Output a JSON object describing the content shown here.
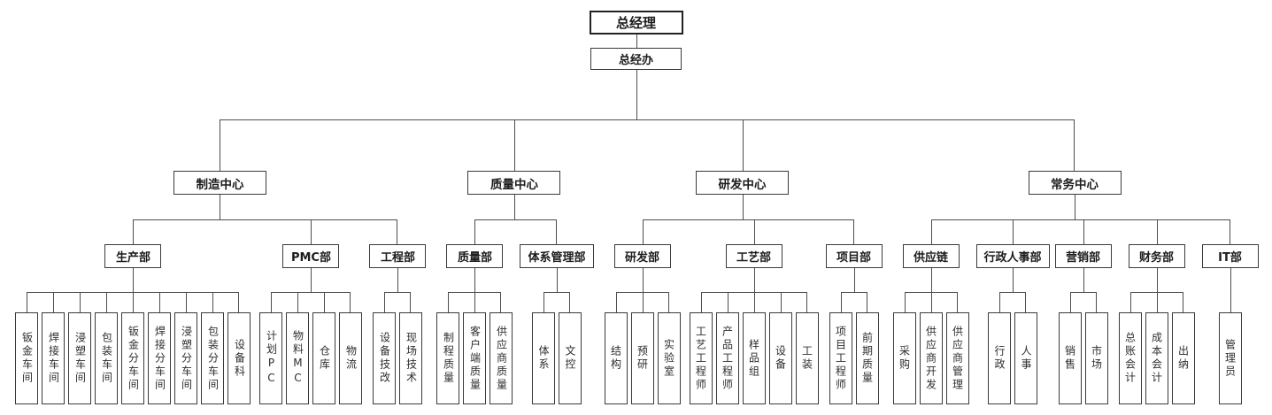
{
  "colors": {
    "background": "#ffffff",
    "connector_line": "#4d4d4d",
    "box_border": "#3a3a3a",
    "text": "#1c1c1c"
  },
  "org": {
    "root": {
      "label": "总经理",
      "children": [
        {
          "label": "总经办",
          "children": [
            {
              "label": "制造中心",
              "children": [
                {
                  "label": "生产部",
                  "children": [
                    {
                      "label": "钣金车间"
                    },
                    {
                      "label": "焊接车间"
                    },
                    {
                      "label": "浸塑车间"
                    },
                    {
                      "label": "包装车间"
                    },
                    {
                      "label": "钣金分车间"
                    },
                    {
                      "label": "焊接分车间"
                    },
                    {
                      "label": "浸塑分车间"
                    },
                    {
                      "label": "包装分车间"
                    },
                    {
                      "label": "设备科"
                    }
                  ]
                },
                {
                  "label": "PMC部",
                  "children": [
                    {
                      "label": "计划PC"
                    },
                    {
                      "label": "物料MC"
                    },
                    {
                      "label": "仓库"
                    },
                    {
                      "label": "物流"
                    }
                  ]
                },
                {
                  "label": "工程部",
                  "children": [
                    {
                      "label": "设备技改"
                    },
                    {
                      "label": "现场技术"
                    }
                  ]
                }
              ]
            },
            {
              "label": "质量中心",
              "children": [
                {
                  "label": "质量部",
                  "children": [
                    {
                      "label": "制程质量"
                    },
                    {
                      "label": "客户端质量"
                    },
                    {
                      "label": "供应商质量"
                    }
                  ]
                },
                {
                  "label": "体系管理部",
                  "children": [
                    {
                      "label": "体系"
                    },
                    {
                      "label": "文控"
                    }
                  ]
                }
              ]
            },
            {
              "label": "研发中心",
              "children": [
                {
                  "label": "研发部",
                  "children": [
                    {
                      "label": "结构"
                    },
                    {
                      "label": "预研"
                    },
                    {
                      "label": "实验室"
                    }
                  ]
                },
                {
                  "label": "工艺部",
                  "children": [
                    {
                      "label": "工艺工程师"
                    },
                    {
                      "label": "产品工程师"
                    },
                    {
                      "label": "样品组"
                    },
                    {
                      "label": "设备"
                    },
                    {
                      "label": "工装"
                    }
                  ]
                },
                {
                  "label": "项目部",
                  "children": [
                    {
                      "label": "项目工程师"
                    },
                    {
                      "label": "前期质量"
                    }
                  ]
                }
              ]
            },
            {
              "label": "常务中心",
              "children": [
                {
                  "label": "供应链",
                  "children": [
                    {
                      "label": "采购"
                    },
                    {
                      "label": "供应商开发"
                    },
                    {
                      "label": "供应商管理"
                    }
                  ]
                },
                {
                  "label": "行政人事部",
                  "children": [
                    {
                      "label": "行政"
                    },
                    {
                      "label": "人事"
                    }
                  ]
                },
                {
                  "label": "营销部",
                  "children": [
                    {
                      "label": "销售"
                    },
                    {
                      "label": "市场"
                    }
                  ]
                },
                {
                  "label": "财务部",
                  "children": [
                    {
                      "label": "总账会计"
                    },
                    {
                      "label": "成本会计"
                    },
                    {
                      "label": "出纳"
                    }
                  ]
                },
                {
                  "label": "IT部",
                  "children": [
                    {
                      "label": "管理员"
                    }
                  ]
                }
              ]
            }
          ]
        }
      ]
    }
  }
}
